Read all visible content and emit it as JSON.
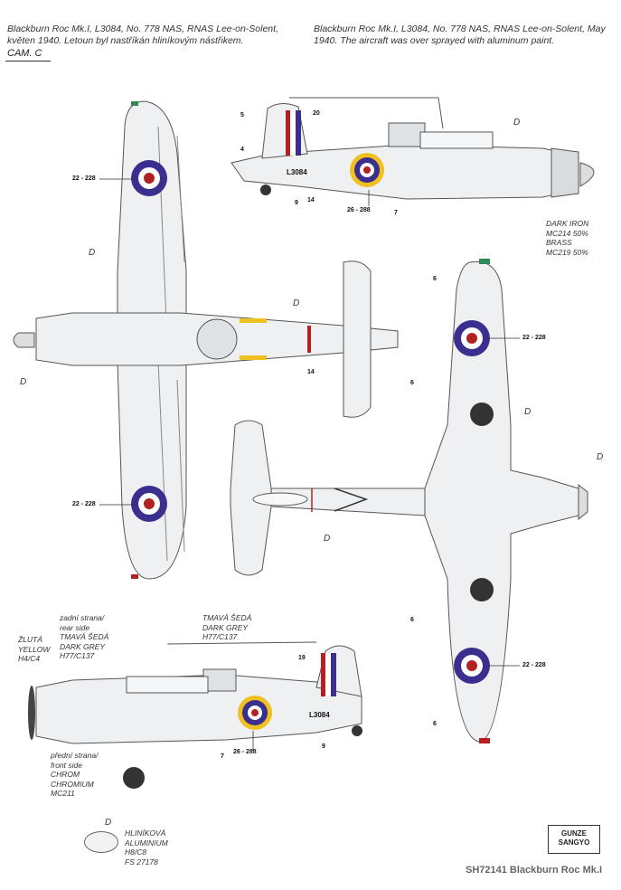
{
  "captions": {
    "cz": "Blackburn Roc Mk.I, L3084, No. 778 NAS, RNAS Lee-on-Solent, květen 1940. Letoun byl nastříkán hliníkovým nástřikem.",
    "en": "Blackburn Roc Mk.I, L3084, No. 778 NAS, RNAS Lee-on-Solent, May 1940. The aircraft was over sprayed with aluminum paint."
  },
  "camo_label": "CAM. C",
  "serial": "L3084",
  "callouts": {
    "n5": "5",
    "n20": "20",
    "n4": "4",
    "n9": "9",
    "n14": "14",
    "n26": "26 - 288",
    "n7": "7",
    "n22": "22 - 228",
    "n6": "6",
    "n19": "19"
  },
  "d_letter": "D",
  "paint_notes": {
    "dark_iron": "DARK IRON",
    "mc214": "MC214 50%",
    "brass": "BRASS",
    "mc219": "MC219 50%",
    "zadni_cz": "zadní strana/",
    "zadni_en": "rear side",
    "tmava_cz": "TMAVÁ ŠEDÁ",
    "dark_grey": "DARK GREY",
    "h77": "H77/C137",
    "zluta_cz": "ŽLUTÁ",
    "yellow": "YELLOW",
    "h4": "H4/C4",
    "predni_cz": "přední strana/",
    "predni_en": "front side",
    "chrom_cz": "CHROM",
    "chromium": "CHROMIUM",
    "mc211": "MC211"
  },
  "legend": {
    "letter": "D",
    "cz": "HLINÍKOVÁ",
    "en": "ALUMINIUM",
    "code1": "H8/C8",
    "code2": "FS 27178"
  },
  "logo": {
    "line1": "GUNZE",
    "line2": "SANGYO"
  },
  "footer": "SH72141 Blackburn Roc Mk.I",
  "colors": {
    "roundel_blue": "#3a2f8f",
    "roundel_red": "#b22222",
    "roundel_yellow": "#f0c020",
    "aluminium": "#eef0f2",
    "outline": "#555555"
  }
}
